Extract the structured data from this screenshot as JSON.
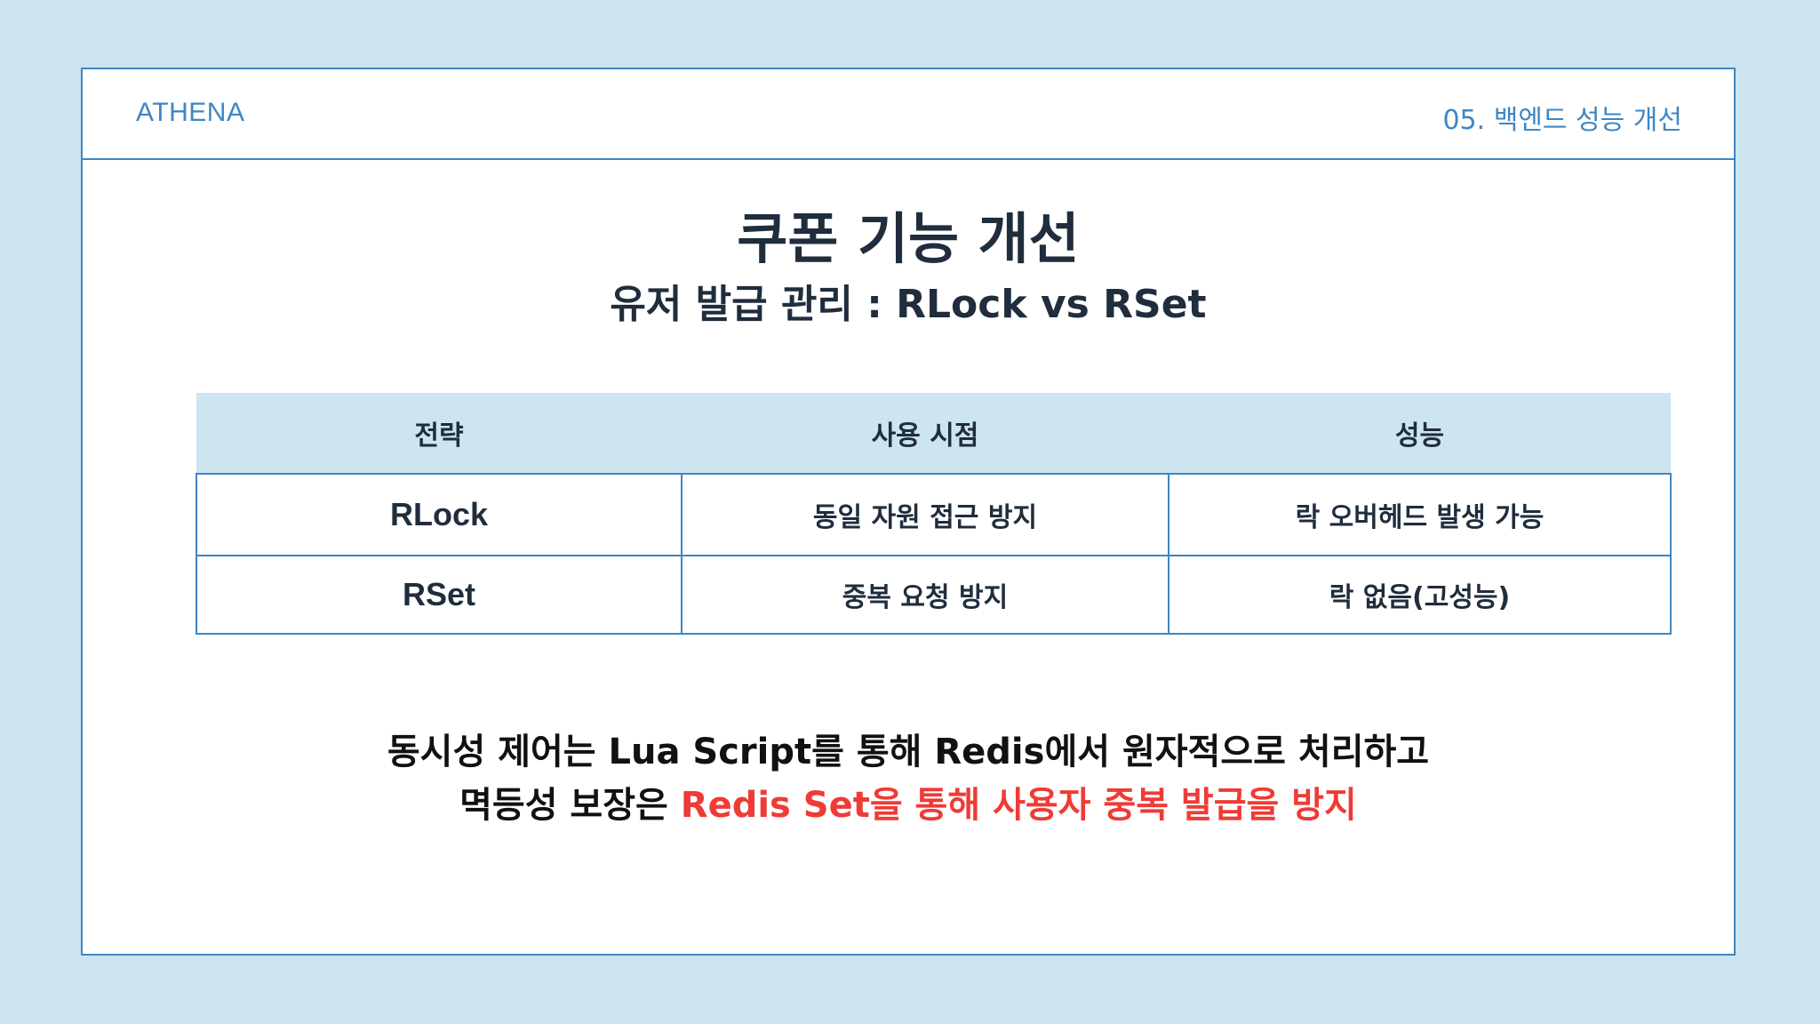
{
  "colors": {
    "background": "#cde4f1",
    "accent_blue": "#3d86c4",
    "highlight_red": "#ef3b36",
    "text_dark": "#1f2d3d"
  },
  "header": {
    "brand": "ATHENA",
    "section": "05. 백엔드 성능 개선"
  },
  "title": "쿠폰 기능 개선",
  "subtitle": "유저 발급 관리 : RLock vs RSet",
  "table": {
    "headers": [
      "전략",
      "사용 시점",
      "성능"
    ],
    "rows": [
      {
        "strategy": "RLock",
        "use_case": "동일 자원 접근 방지",
        "performance": "락 오버헤드 발생 가능"
      },
      {
        "strategy": "RSet",
        "use_case": "중복 요청 방지",
        "performance": "락 없음(고성능)"
      }
    ]
  },
  "summary": {
    "line1": "동시성 제어는 Lua Script를 통해 Redis에서 원자적으로 처리하고",
    "line2_prefix": "멱등성 보장은 ",
    "line2_highlight": "Redis Set을 통해 사용자 중복 발급을 방지"
  }
}
